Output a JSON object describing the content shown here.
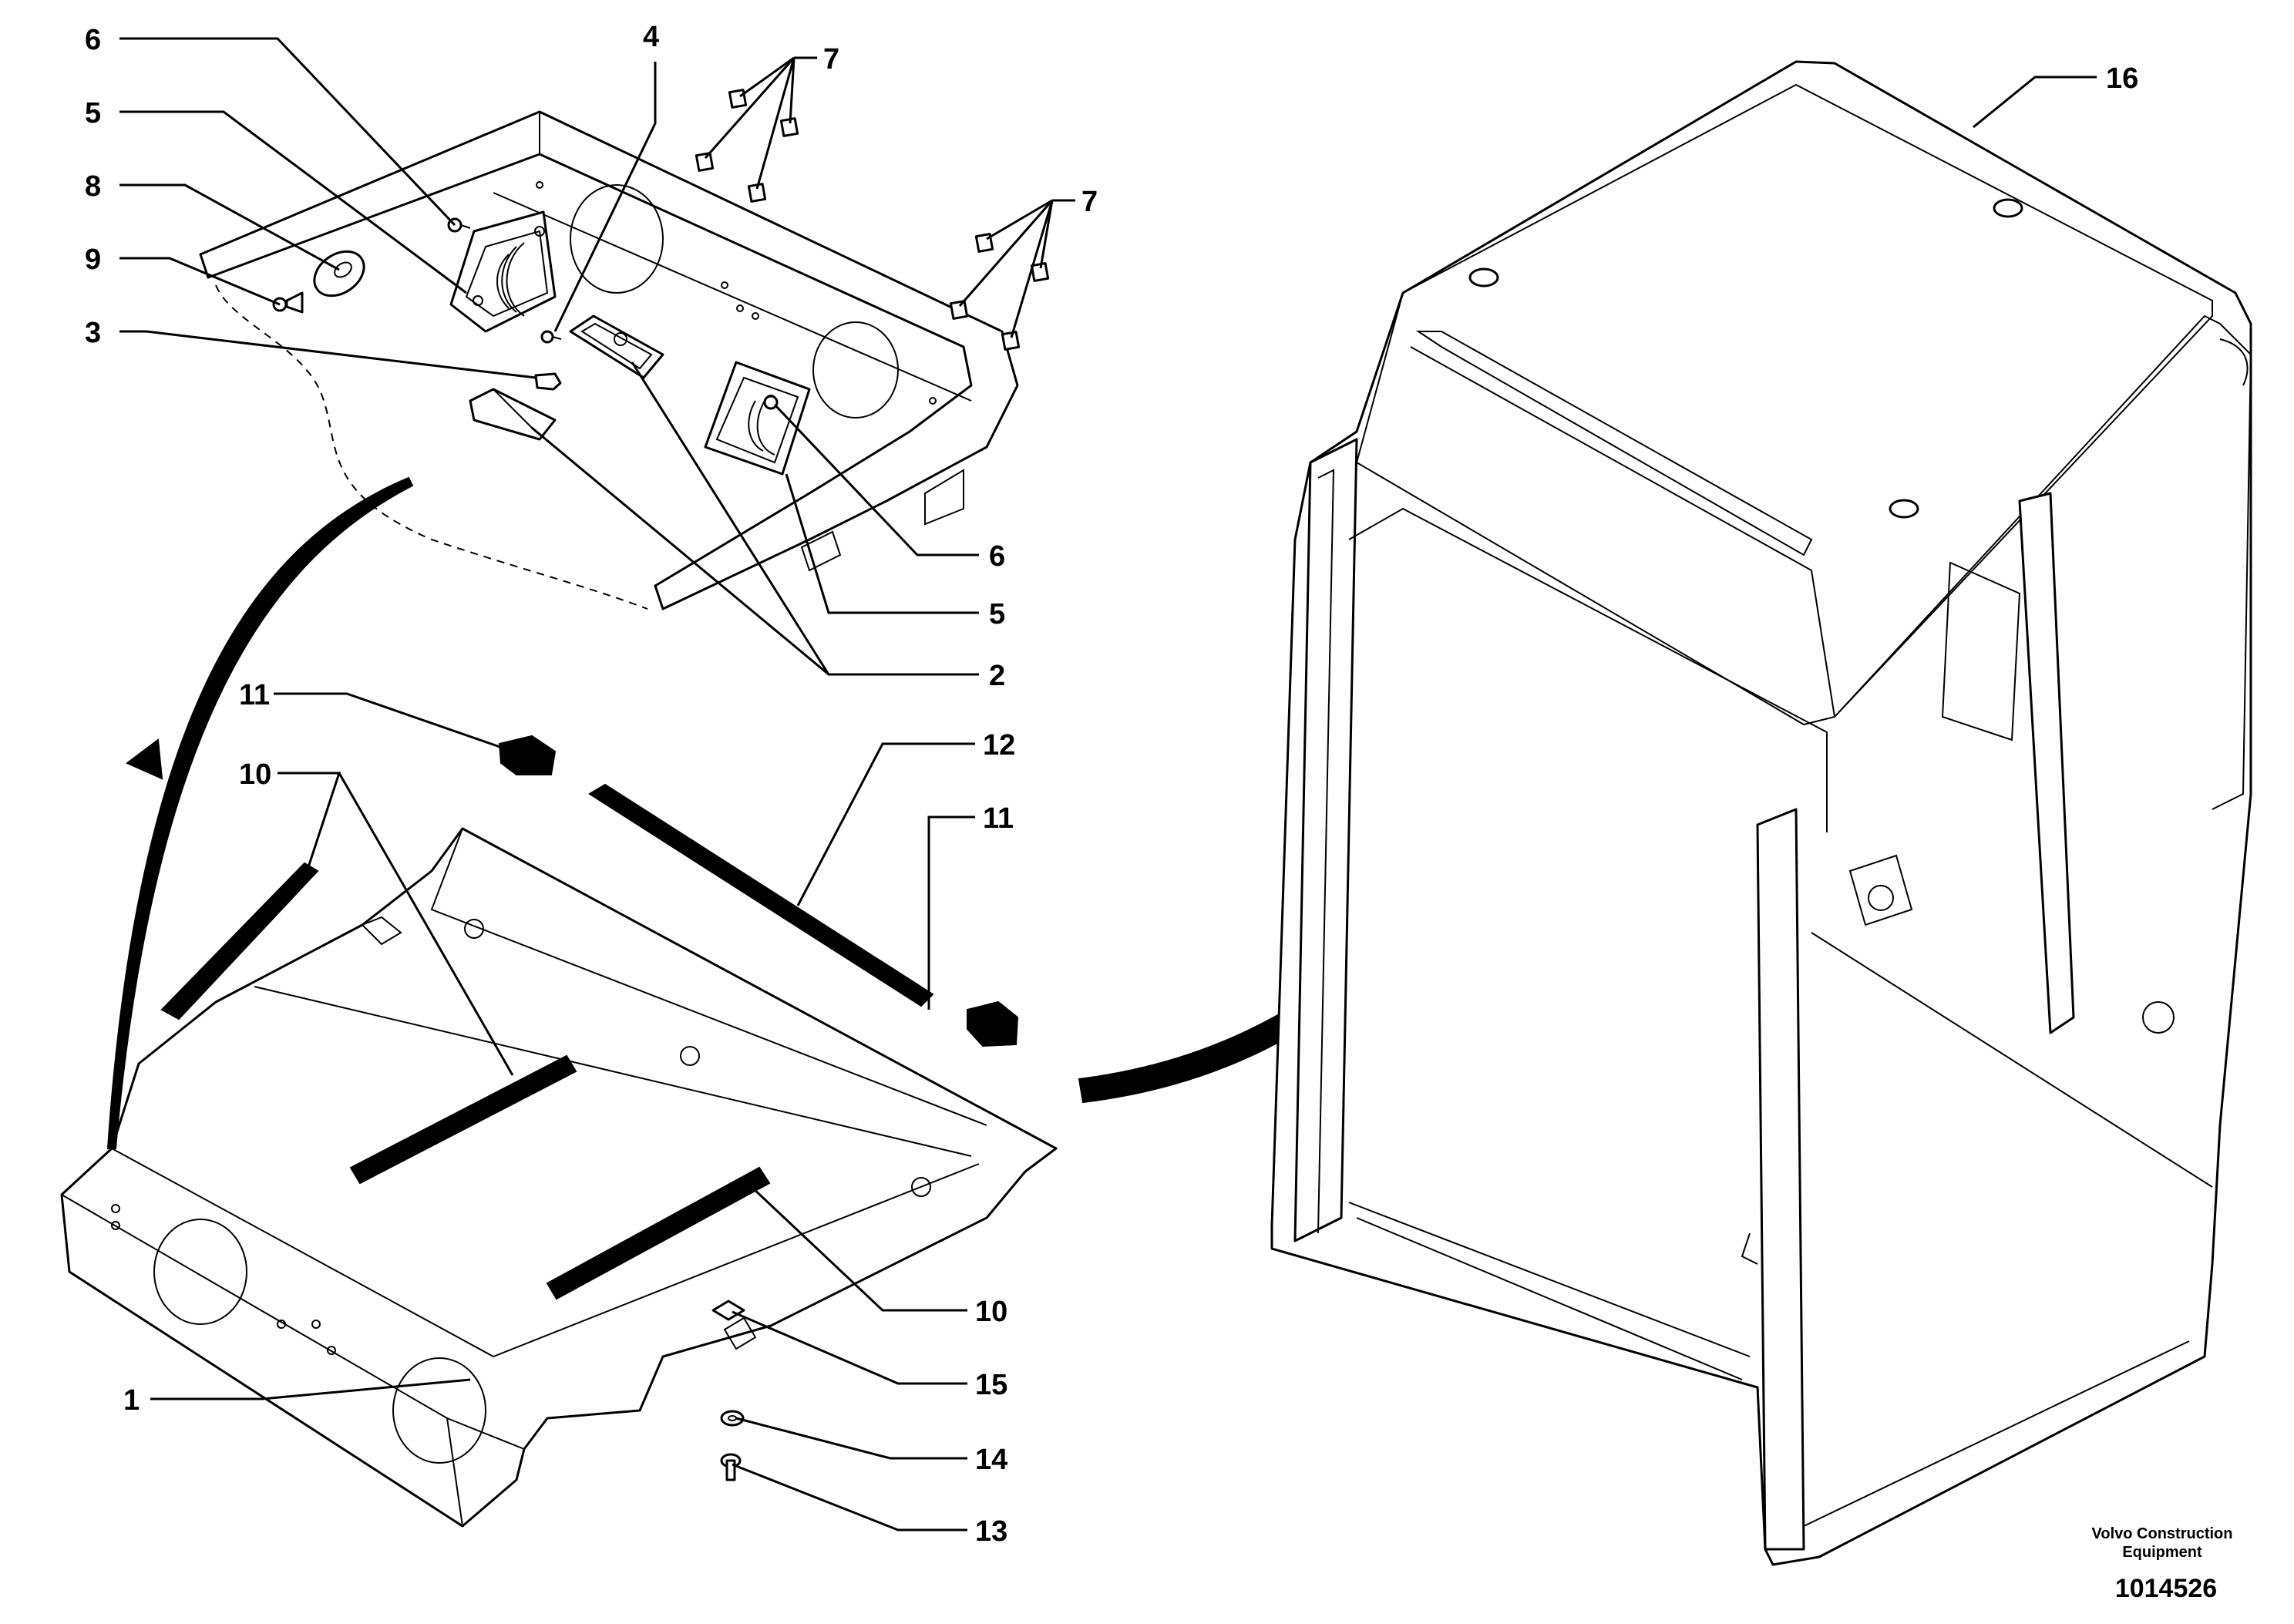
{
  "labels": {
    "p1": "1",
    "p2": "2",
    "p3": "3",
    "p4": "4",
    "p5a": "5",
    "p5b": "5",
    "p6a": "6",
    "p6b": "6",
    "p7a": "7",
    "p7b": "7",
    "p8": "8",
    "p9": "9",
    "p10a": "10",
    "p10b": "10",
    "p11a": "11",
    "p11b": "11",
    "p12": "12",
    "p13": "13",
    "p14": "14",
    "p15": "15",
    "p16": "16"
  },
  "credit": {
    "line1": "Volvo Construction",
    "line2": "Equipment",
    "drawing_number": "1014526"
  }
}
